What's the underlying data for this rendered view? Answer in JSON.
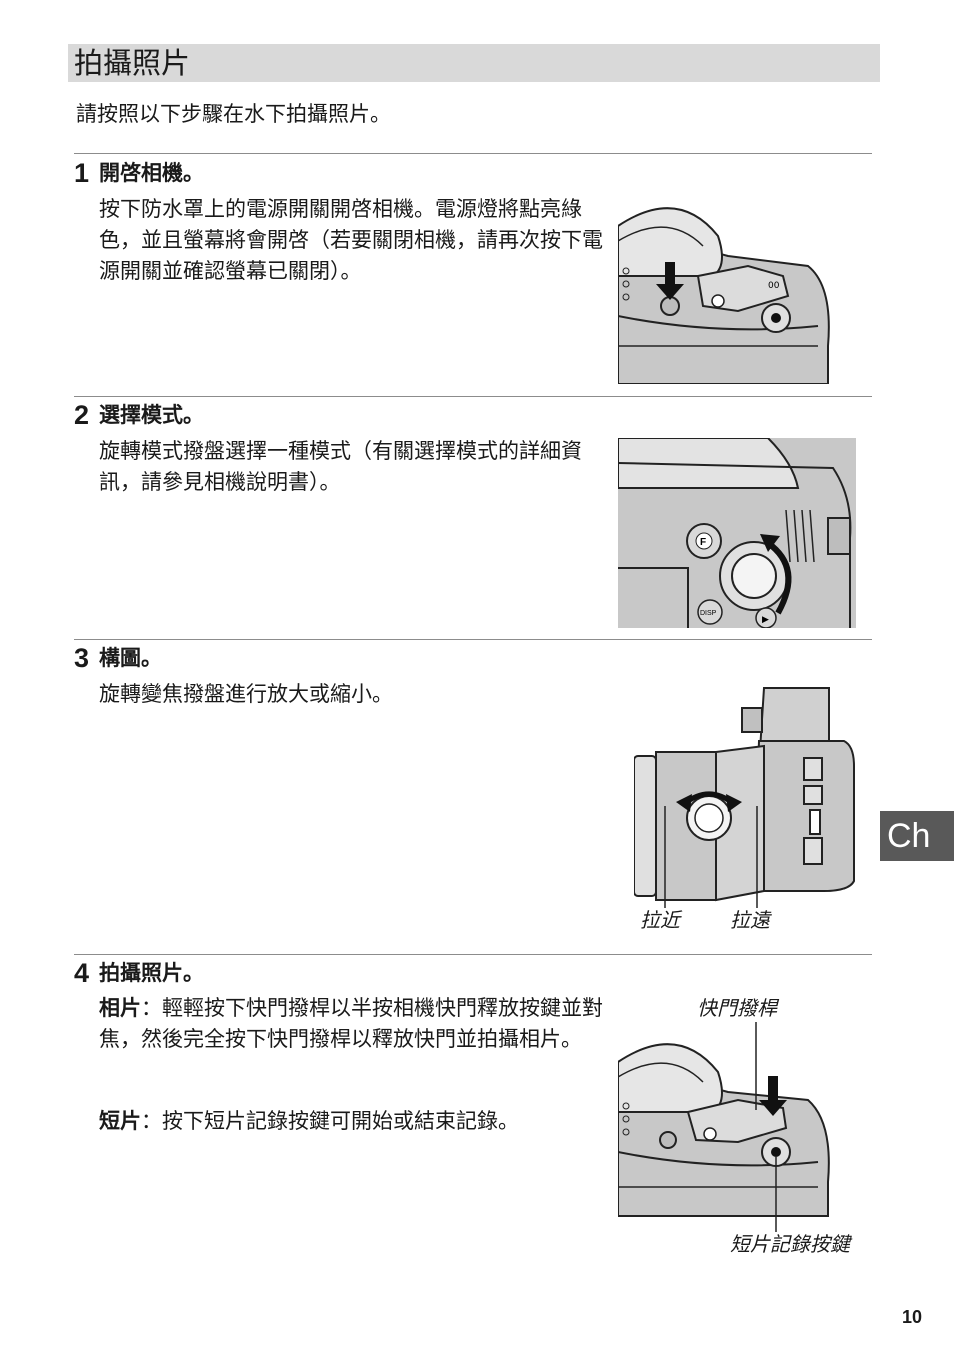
{
  "page": {
    "title": "拍攝照片",
    "intro": "請按照以下步驟在水下拍攝照片。",
    "chapter_tab": "Ch",
    "page_number": "10"
  },
  "steps": [
    {
      "number": "1",
      "title": "開啓相機。",
      "body": "按下防水罩上的電源開關開啓相機。電源燈將點亮綠色，並且螢幕將會開啓（若要關閉相機，請再次按下電源開關並確認螢幕已關閉）。"
    },
    {
      "number": "2",
      "title": "選擇模式。",
      "body": "旋轉模式撥盤選擇一種模式（有關選擇模式的詳細資訊，請參見相機說明書）。"
    },
    {
      "number": "3",
      "title": "構圖。",
      "body": "旋轉變焦撥盤進行放大或縮小。",
      "captions": {
        "zoom_in": "拉近",
        "zoom_out": "拉遠"
      }
    },
    {
      "number": "4",
      "title": "拍攝照片。",
      "photo_label": "相片",
      "photo_text": "：輕輕按下快門撥桿以半按相機快門釋放按鍵並對焦，然後完全按下快門撥桿以釋放快門並拍攝相片。",
      "movie_label": "短片",
      "movie_text": "：按下短片記錄按鍵可開始或結束記錄。",
      "captions": {
        "shutter_lever": "快門撥桿",
        "movie_button": "短片記錄按鍵"
      }
    }
  ],
  "illustration_symbols": {
    "mode_dial_badge": "F",
    "disp_button": "DISP",
    "play_button": "▶"
  }
}
